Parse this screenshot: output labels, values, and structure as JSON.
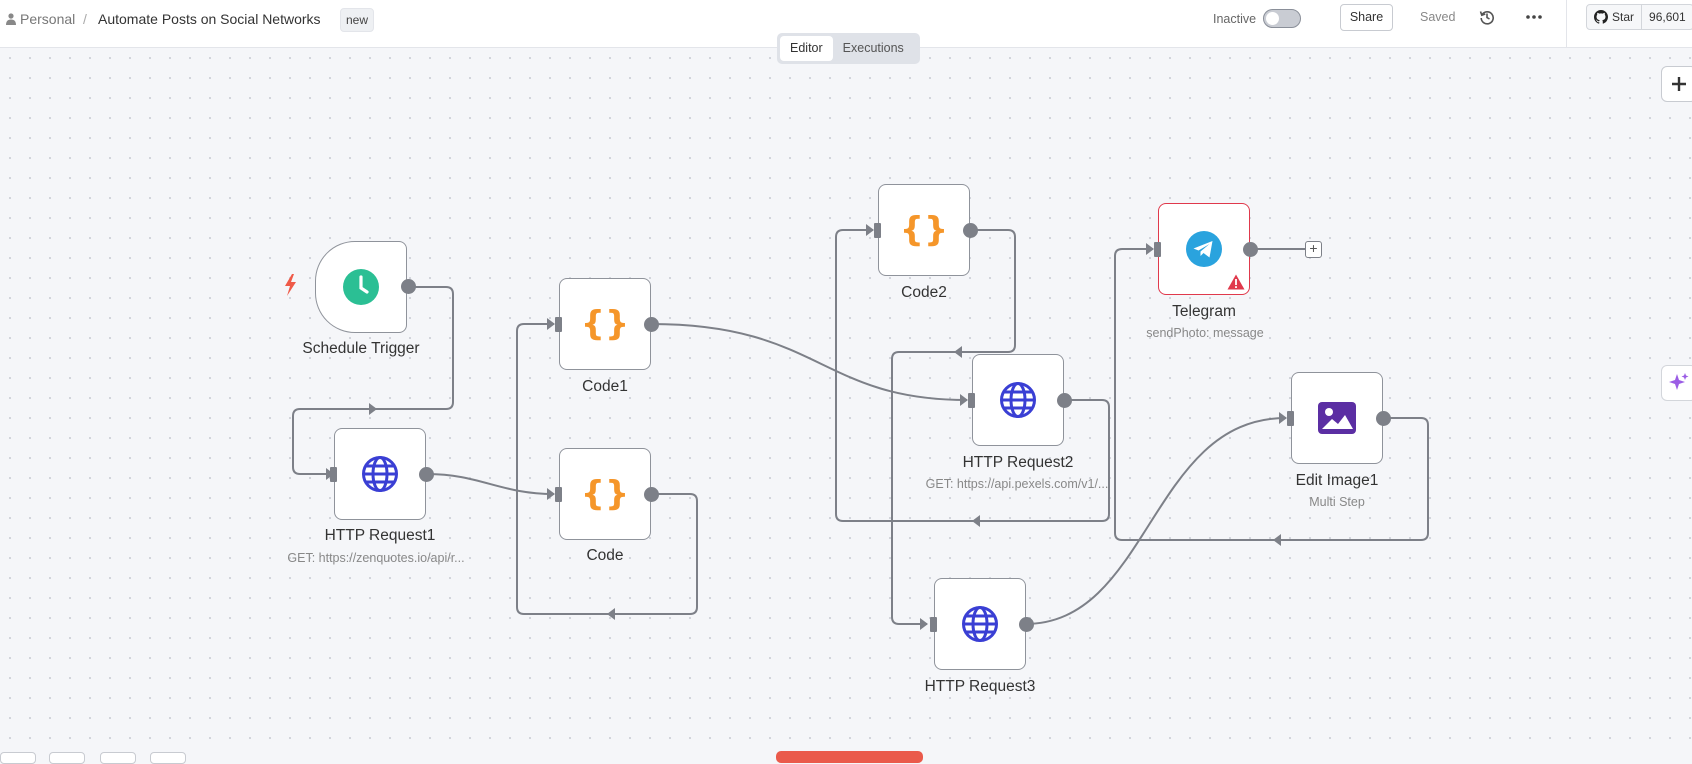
{
  "header": {
    "breadcrumb_home": "Personal",
    "breadcrumb_sep": "/",
    "workflow_title": "Automate Posts on Social Networks",
    "tag": "new",
    "status_label": "Inactive",
    "active": false,
    "share_label": "Share",
    "saved_label": "Saved",
    "github_star_label": "Star",
    "github_star_count": "96,601"
  },
  "tabs": [
    {
      "label": "Editor",
      "active": true
    },
    {
      "label": "Executions",
      "active": false
    }
  ],
  "nodes": {
    "schedule_trigger": {
      "name": "Schedule Trigger",
      "icon": "clock-icon"
    },
    "http_request1": {
      "name": "HTTP Request1",
      "subtitle": "GET: https://zenquotes.io/api/r...",
      "icon": "globe-icon"
    },
    "code1": {
      "name": "Code1",
      "icon": "braces-icon"
    },
    "code": {
      "name": "Code",
      "icon": "braces-icon"
    },
    "code2": {
      "name": "Code2",
      "icon": "braces-icon"
    },
    "http_request2": {
      "name": "HTTP Request2",
      "subtitle": "GET: https://api.pexels.com/v1/...",
      "icon": "globe-icon"
    },
    "http_request3": {
      "name": "HTTP Request3",
      "icon": "globe-icon"
    },
    "telegram": {
      "name": "Telegram",
      "subtitle": "sendPhoto: message",
      "icon": "telegram-icon",
      "has_error": true
    },
    "edit_image1": {
      "name": "Edit Image1",
      "subtitle": "Multi Step",
      "icon": "image-icon"
    }
  },
  "colors": {
    "accent_error": "#e0394c",
    "code_icon": "#f5962a",
    "globe_icon": "#3a3fd4",
    "trigger_icon": "#2bbf94",
    "telegram_icon": "#2aa3de",
    "image_icon": "#5b2ea3"
  }
}
